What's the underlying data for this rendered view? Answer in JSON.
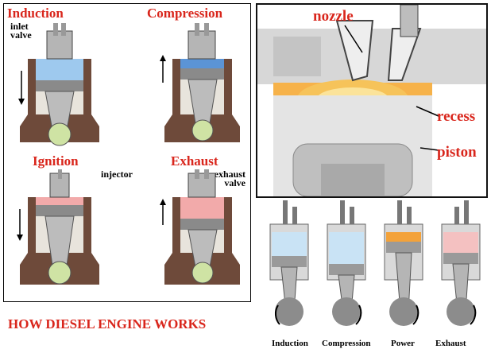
{
  "left_panel": {
    "stages": [
      {
        "label": "Induction"
      },
      {
        "label": "Compression"
      },
      {
        "label": "Ignition"
      },
      {
        "label": "Exhaust"
      }
    ],
    "annotations": {
      "inlet_valve": "inlet valve",
      "injector": "injector",
      "exhaust_valve": "exhaust valve"
    },
    "colors": {
      "intake_blue": "#9ec9ee",
      "exhaust_pink": "#f2aaaa",
      "body_brown": "#6e4a3a",
      "label_red": "#d9261c"
    }
  },
  "title": "HOW DIESEL ENGINE WORKS",
  "cutaway": {
    "labels": {
      "nozzle": "nozzle",
      "recess": "recess",
      "piston": "piston"
    },
    "colors": {
      "flame_orange": "#f6b24a",
      "piston_grey": "#bfbfbf"
    }
  },
  "strokes": {
    "labels": [
      "Induction",
      "Compression",
      "Power",
      "Exhaust"
    ],
    "colors": {
      "intake_blue": "#c9e3f5",
      "power_orange": "#f3a23a",
      "exhaust_pink": "#f4c1c1"
    }
  }
}
